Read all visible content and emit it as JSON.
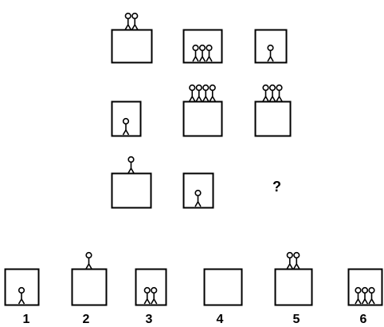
{
  "puzzle": {
    "question_mark": "?",
    "grid": [
      [
        {
          "position": "above",
          "figures": 2
        },
        {
          "position": "inside",
          "figures": 3
        },
        {
          "position": "inside",
          "figures": 1
        }
      ],
      [
        {
          "position": "inside",
          "figures": 1
        },
        {
          "position": "above",
          "figures": 4
        },
        {
          "position": "above",
          "figures": 3
        }
      ],
      [
        {
          "position": "above",
          "figures": 1
        },
        {
          "position": "inside",
          "figures": 1
        },
        null
      ]
    ]
  },
  "options": [
    {
      "label": "1",
      "position": "inside",
      "figures": 1
    },
    {
      "label": "2",
      "position": "above",
      "figures": 1
    },
    {
      "label": "3",
      "position": "inside",
      "figures": 2
    },
    {
      "label": "4",
      "position": "none",
      "figures": 0
    },
    {
      "label": "5",
      "position": "above",
      "figures": 2
    },
    {
      "label": "6",
      "position": "inside",
      "figures": 3
    }
  ]
}
